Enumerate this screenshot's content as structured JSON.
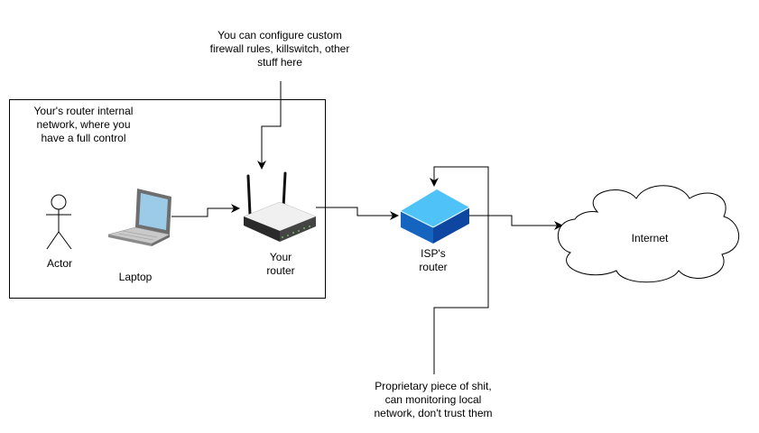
{
  "annotations": {
    "top_note": "You can configure custom\nfirewall rules, killswitch, other\nstuff here",
    "internal_network_note": "Your's router internal\nnetwork, where you\nhave a full control",
    "bottom_note": "Proprietary piece of shit,\ncan monitoring local\nnetwork, don't trust them"
  },
  "nodes": {
    "actor": "Actor",
    "laptop": "Laptop",
    "your_router": "Your\nrouter",
    "isp_router": "ISP's\nrouter",
    "internet": "Internet"
  },
  "colors": {
    "line": "#000000",
    "isp_router_top": "#4fc3f7",
    "isp_router_front": "#1565c0",
    "isp_router_side": "#0d47a1",
    "laptop_screen": "#9ccbe8"
  }
}
